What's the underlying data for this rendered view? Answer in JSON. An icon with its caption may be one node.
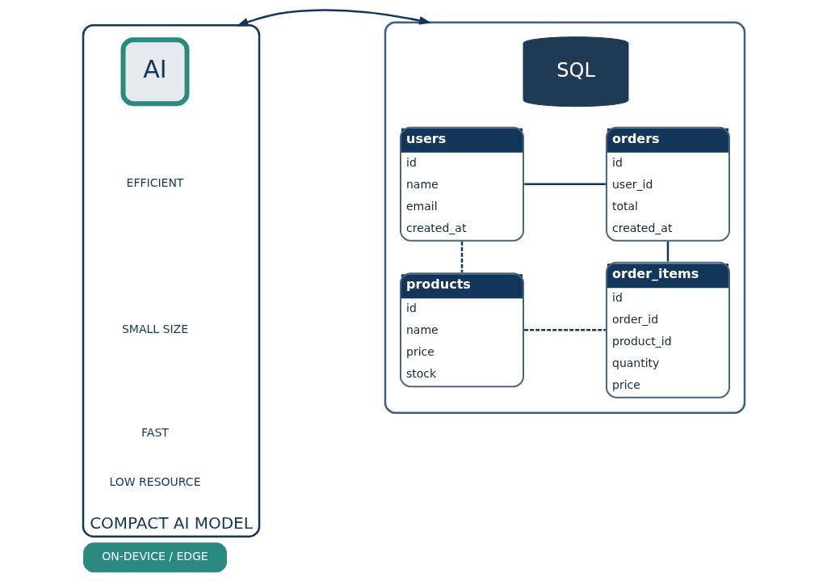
{
  "diagram": {
    "nodes": [
      {
        "text": [
          "COMPACT AI MODEL"
        ]
      },
      {
        "text": [
          "AI"
        ],
        "in": 0
      },
      {
        "text": [
          "EFFICIENT"
        ],
        "in": 0
      },
      {
        "text": [
          "SMALL SIZE"
        ],
        "in": 0
      },
      {
        "text": [
          "FAST"
        ],
        "in": 0
      },
      {
        "text": [
          "LOW RESOURCE"
        ],
        "in": 0
      },
      {
        "text": [],
        "shape": "box"
      },
      {
        "text": [
          "SQL"
        ],
        "in": 6
      },
      {
        "text": [
          "users",
          "id",
          "name",
          "email",
          "created_at"
        ],
        "in": 6
      },
      {
        "text": [
          "orders",
          "id",
          "user_id",
          "total",
          "created_at"
        ],
        "in": 6
      },
      {
        "text": [
          "products",
          "id",
          "name",
          "price",
          "stock"
        ],
        "in": 6
      },
      {
        "text": [
          "order_items",
          "id",
          "order_id",
          "product_id",
          "quantity",
          "price"
        ],
        "in": 6
      },
      {
        "text": [
          "ON-DEVICE / EDGE"
        ]
      }
    ],
    "edges": [
      {
        "from": 0,
        "to": 6,
        "arrow": "both"
      },
      {
        "from": 8,
        "to": 9,
        "arrow": "none"
      },
      {
        "from": 8,
        "to": 10,
        "arrow": "none",
        "style": "dashed"
      },
      {
        "from": 9,
        "to": 11,
        "arrow": "none"
      },
      {
        "from": 10,
        "to": 11,
        "arrow": "none",
        "style": "dashed"
      }
    ]
  }
}
